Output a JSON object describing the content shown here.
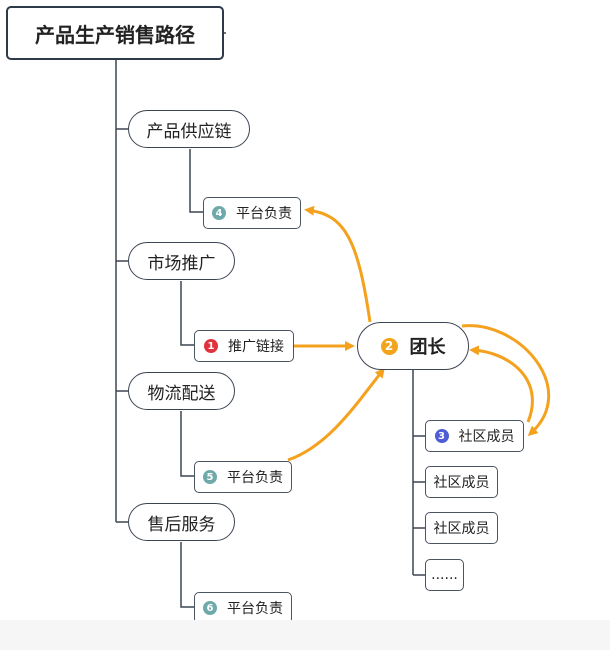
{
  "root": {
    "label": "产品生产销售路径"
  },
  "branches": [
    {
      "label": "产品供应链",
      "leaf": {
        "badge": "4",
        "badge_color": "#6fa9a9",
        "label": "平台负责"
      }
    },
    {
      "label": "市场推广",
      "leaf": {
        "badge": "1",
        "badge_color": "#e0333d",
        "label": "推广链接"
      }
    },
    {
      "label": "物流配送",
      "leaf": {
        "badge": "5",
        "badge_color": "#6fa9a9",
        "label": "平台负责"
      }
    },
    {
      "label": "售后服务",
      "leaf": {
        "badge": "6",
        "badge_color": "#6fa9a9",
        "label": "平台负责"
      }
    }
  ],
  "leader": {
    "badge": "2",
    "badge_color": "#f2a51a",
    "label": "团长",
    "members": [
      {
        "badge": "3",
        "badge_color": "#4f5cd6",
        "label": "社区成员"
      },
      {
        "label": "社区成员"
      },
      {
        "label": "社区成员"
      },
      {
        "label": "......"
      }
    ]
  },
  "colors": {
    "line": "#3c4653",
    "arrow": "#f4a11e"
  }
}
